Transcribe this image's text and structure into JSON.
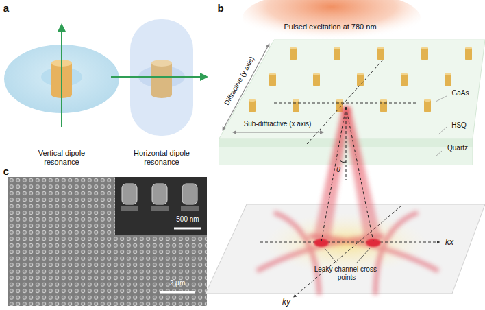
{
  "diagram": {
    "labels": [
      "a",
      "b",
      "c",
      "Vertical dipole resonance",
      "Horizontal dipole resonance",
      "Pulsed excitation at 780 nm",
      "Diffractive (y axis)",
      "Sub-diffractive (x axis)",
      "GaAs",
      "HSQ",
      "Quartz",
      "θ",
      "kx",
      "ky",
      "Leaky channel cross-points",
      "500 nm",
      "2 µm"
    ]
  }
}
